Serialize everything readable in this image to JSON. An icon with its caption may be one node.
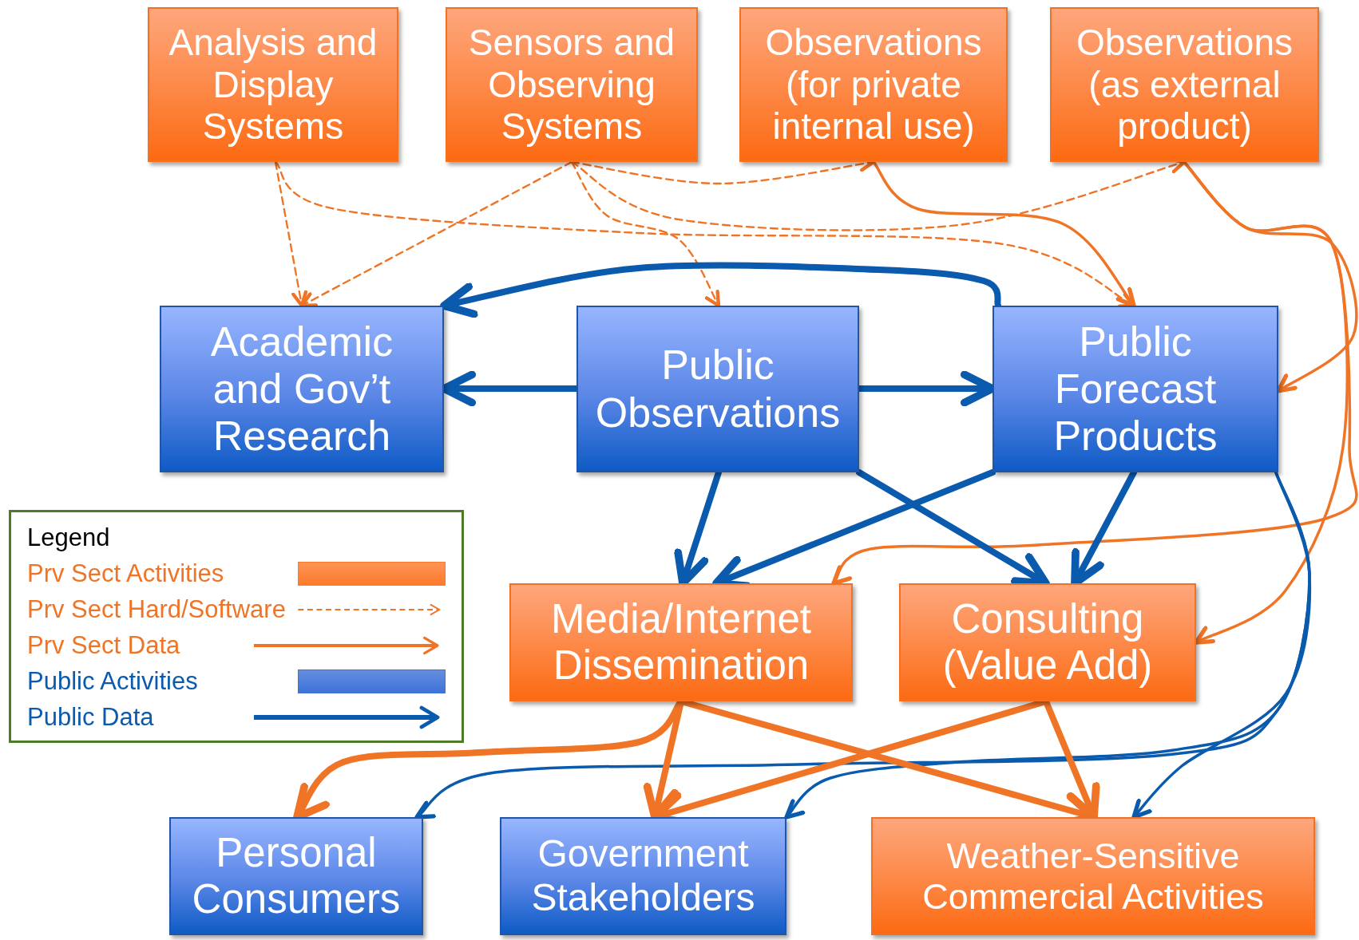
{
  "diagram": {
    "nodes": [
      {
        "text": [
          "Analysis and Display Systems"
        ]
      },
      {
        "text": [
          "Sensors and Observing Systems"
        ]
      },
      {
        "text": [
          "Observations (for private internal use)"
        ]
      },
      {
        "text": [
          "Observations (as external product)"
        ]
      },
      {
        "text": [
          "Academic and Gov’t Research"
        ]
      },
      {
        "text": [
          "Public Observations"
        ]
      },
      {
        "text": [
          "Public Forecast Products"
        ]
      },
      {
        "text": [
          "Media/Internet Dissemination"
        ]
      },
      {
        "text": [
          "Consulting (Value Add)"
        ]
      },
      {
        "text": [
          "Personal Consumers"
        ]
      },
      {
        "text": [
          "Government Stakeholders"
        ]
      },
      {
        "text": [
          "Weather-Sensitive Commercial Activities"
        ]
      }
    ],
    "edges": [
      {
        "from": 0,
        "to": 4,
        "arrow": "to",
        "style": "dashed"
      },
      {
        "from": 0,
        "to": 6,
        "arrow": "to",
        "style": "dashed"
      },
      {
        "from": 1,
        "to": 4,
        "arrow": "to",
        "style": "dashed"
      },
      {
        "from": 1,
        "to": 5,
        "arrow": "to",
        "style": "dashed"
      },
      {
        "from": 1,
        "to": 2,
        "arrow": "to",
        "style": "dashed"
      },
      {
        "from": 1,
        "to": 3,
        "arrow": "to",
        "style": "dashed"
      },
      {
        "from": 2,
        "to": 6,
        "arrow": "to"
      },
      {
        "from": 3,
        "to": 6,
        "arrow": "to"
      },
      {
        "from": 3,
        "to": 7,
        "arrow": "to"
      },
      {
        "from": 3,
        "to": 8,
        "arrow": "to"
      },
      {
        "from": 6,
        "to": 4,
        "arrow": "to",
        "style": "thick",
        "color": "#0a5aad"
      },
      {
        "from": 5,
        "to": 4,
        "arrow": "to",
        "style": "thick",
        "color": "#0a5aad"
      },
      {
        "from": 5,
        "to": 6,
        "arrow": "to",
        "style": "thick",
        "color": "#0a5aad"
      },
      {
        "from": 5,
        "to": 7,
        "arrow": "to",
        "style": "thick",
        "color": "#0a5aad"
      },
      {
        "from": 5,
        "to": 8,
        "arrow": "to",
        "style": "thick",
        "color": "#0a5aad"
      },
      {
        "from": 6,
        "to": 7,
        "arrow": "to",
        "style": "thick",
        "color": "#0a5aad"
      },
      {
        "from": 6,
        "to": 8,
        "arrow": "to",
        "style": "thick",
        "color": "#0a5aad"
      },
      {
        "from": 6,
        "to": 11,
        "arrow": "to",
        "color": "#0a5aad"
      },
      {
        "from": 6,
        "to": 10,
        "arrow": "to",
        "color": "#0a5aad"
      },
      {
        "from": 6,
        "to": 9,
        "arrow": "to",
        "color": "#0a5aad"
      },
      {
        "from": 7,
        "to": 9,
        "arrow": "to",
        "style": "thick"
      },
      {
        "from": 7,
        "to": 10,
        "arrow": "to",
        "style": "thick"
      },
      {
        "from": 7,
        "to": 11,
        "arrow": "to",
        "style": "thick"
      },
      {
        "from": 8,
        "to": 10,
        "arrow": "to",
        "style": "thick"
      },
      {
        "from": 8,
        "to": 11,
        "arrow": "to",
        "style": "thick"
      }
    ],
    "labels": [
      "Legend"
    ],
    "legend": [
      {
        "text": "Prv Sect Activities",
        "color": "#fc7a2c"
      },
      {
        "text": "Prv Sect Hard/Software"
      },
      {
        "text": "Prv Sect Data"
      },
      {
        "text": "Public Activities",
        "color": "#3d72d8"
      },
      {
        "text": "Public Data"
      }
    ]
  }
}
